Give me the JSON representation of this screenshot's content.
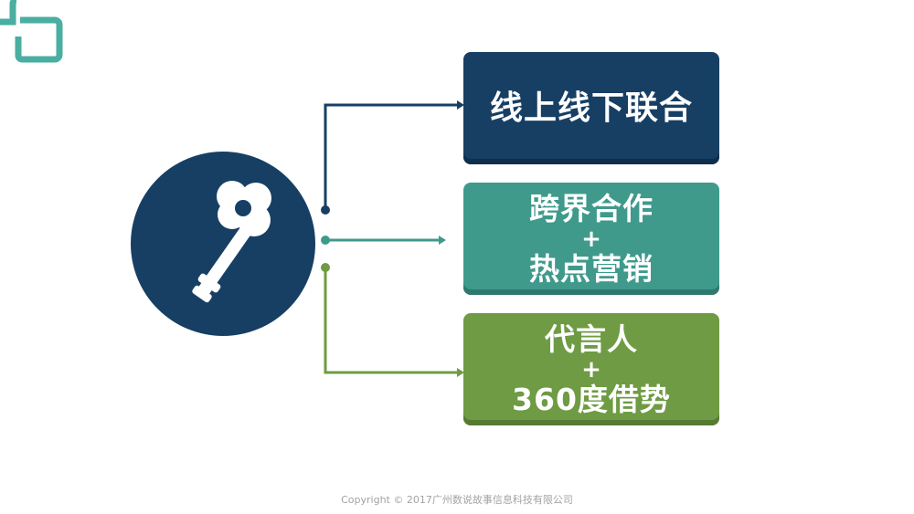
{
  "boxes": [
    {
      "lines": [
        "线上线下联合"
      ]
    },
    {
      "lines": [
        "跨界合作",
        "+",
        "热点营销"
      ]
    },
    {
      "lines": [
        "代言人",
        "+",
        "360度借势"
      ]
    }
  ],
  "footer": {
    "copyright": "Copyright © 2017广州数说故事信息科技有限公司"
  },
  "colors": {
    "navy": "#173f64",
    "teal": "#3f9a8c",
    "green": "#6e9b43",
    "logo": "#4aaea0"
  },
  "icons": [
    "key-icon",
    "logo-mark-icon"
  ]
}
